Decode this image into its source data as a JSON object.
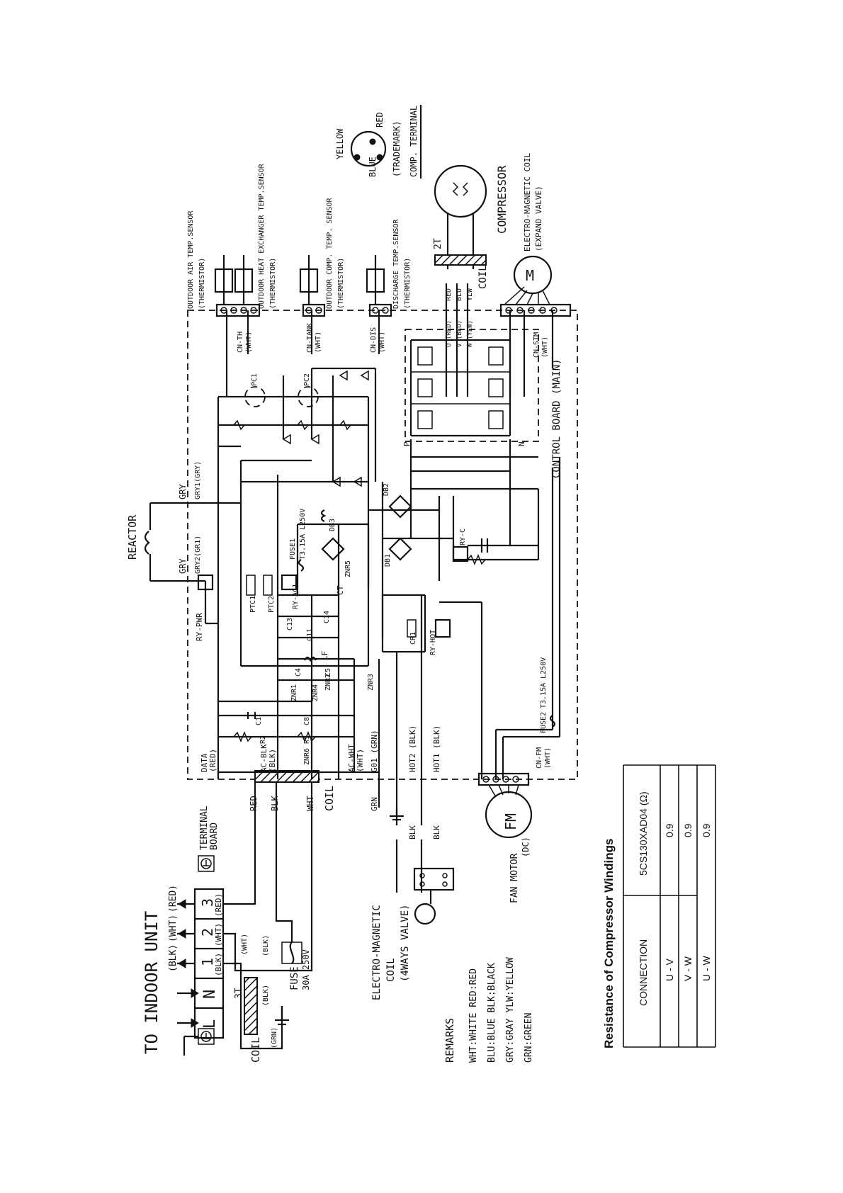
{
  "labels": {
    "to_indoor": "TO INDOOR UNIT",
    "ind_blk": "(BLK)",
    "ind_wht": "(WHT)",
    "ind_red": "(RED)",
    "tb_L": "L",
    "tb_N": "N",
    "tb_1": "1",
    "tb_2": "2",
    "tb_3": "3",
    "tb_1c": "(BLK)",
    "tb_2c": "(WHT)",
    "tb_3c": "(RED)",
    "terminal_board": "TERMINAL",
    "terminal_board2": "BOARD",
    "wht_small": "(WHT)",
    "blk_small": "(BLK)",
    "blk_small2": "(BLK)",
    "grn_small": "(GRN)",
    "coil_3t": "3T",
    "coil_left": "COIL",
    "fuse_main": "FUSE",
    "fuse_main_rating": "30A 250V",
    "reactor": "REACTOR",
    "gry_top": "GRY",
    "gry_top2": "GRY1(GRY)",
    "gry_mid": "GRY",
    "gry_mid2": "GRY2(GR1)",
    "ry_pwr": "RY-PWR",
    "red_w": "RED",
    "blk_w": "BLK",
    "wht_w": "WHT",
    "coil_mid": "COIL",
    "data_red": "DATA",
    "data_red2": "(RED)",
    "ac_blk": "AC-BLK",
    "ac_blk2": "(BLK)",
    "ac_wht": "AC-WHT",
    "ac_wht2": "(WHT)",
    "g01": "G01 (GRN)",
    "hot2": "HOT2 (BLK)",
    "hot1": "HOT1 (BLK)",
    "grn_w": "GRN",
    "blk_v1": "BLK",
    "blk_v2": "BLK",
    "c1": "C1",
    "r2": "R2",
    "c8": "C8",
    "r1": "R1",
    "znr6": "ZNR6",
    "znr1": "ZNR1",
    "znr4": "ZNR4",
    "znr2": "ZNR2",
    "znr3": "ZNR3",
    "c4": "C4",
    "c5": "C5",
    "lf": "LF",
    "c11": "C11",
    "c13": "C13",
    "c14": "C14",
    "ptc1": "PTC1",
    "ptc2": "PTC2",
    "ry_ac1": "RY-AC1",
    "ct": "CT",
    "fuse1": "FUSE1",
    "fuse1_rating": "T3.15A L250V",
    "znr5": "ZNR5",
    "db3": "DB3",
    "db1": "DB1",
    "db2": "DB2",
    "cr1": "CR1",
    "ry_hot": "RY-HOT",
    "ry_c": "RY-C",
    "fuse2": "FUSE2",
    "fuse2_rating": "T3.15A L250V",
    "pc1": "PC1",
    "pc2": "PC2",
    "p": "P",
    "n": "N",
    "control_board": "CONTROL BOARD (MAIN)",
    "cn_stm": "CN-STM",
    "cn_stm2": "(WHT)",
    "cn_fm": "CN-FM",
    "cn_fm2": "(WHT)",
    "cn_th": "CN-TH",
    "cn_th2": "(WHT)",
    "cn_tank": "CN-TANK",
    "cn_tank2": "(WHT)",
    "cn_dis": "CN-DIS",
    "cn_dis2": "(WHT)",
    "air_sensor": "OUTDOOR AIR TEMP.SENSOR",
    "air_sensor2": "(THERMISTOR)",
    "hx_sensor": "OUTDOOR HEAT EXCHANGER TEMP.SENSOR",
    "hx_sensor2": "(THERMISTOR)",
    "comp_sensor": "OUTDOOR COMP. TEMP. SENSOR",
    "comp_sensor2": "(THERMISTOR)",
    "dis_sensor": "DISCHARGE TEMP.SENSOR",
    "dis_sensor2": "(THERMISTOR)",
    "yellow": "YELLOW",
    "red_t": "RED",
    "blue_t": "BLUE",
    "trademark": "(TRADEMARK)",
    "comp_terminal": "COMP. TERMINAL",
    "compressor": "COMPRESSOR",
    "em_coil": "ELECTRO-MAGNETIC COIL",
    "em_coil2": "(EXPAND VALVE)",
    "m": "M",
    "coil_2t": "2T",
    "coil_right": "COIL",
    "red_c": "RED",
    "blu_c": "BLU",
    "ylw_c": "YLW",
    "u_red": "U (RED)",
    "v_blu": "V (BLU)",
    "w_ylw": "W (YLW)",
    "fm": "FM",
    "fan_motor": "FAN MOTOR",
    "fan_motor2": "(DC)",
    "em_4way": "ELECTRO-MAGNETIC",
    "em_4way2": "COIL",
    "em_4way3": "(4WAYS VALVE)",
    "remarks": "REMARKS",
    "remarks_1": "WHT:WHITE  RED:RED",
    "remarks_2": "BLU:BLUE   BLK:BLACK",
    "remarks_3": "GRY:GRAY   YLW:YELLOW",
    "remarks_4": "GRN:GREEN"
  },
  "table": {
    "title": "Resistance of Compressor Windings",
    "header_connection": "CONNECTION",
    "header_model": "5CS130XAD04 (Ω)",
    "rows": [
      {
        "connection": "U - V",
        "value": "0.9"
      },
      {
        "connection": "V - W",
        "value": "0.9"
      },
      {
        "connection": "U - W",
        "value": "0.9"
      }
    ]
  }
}
